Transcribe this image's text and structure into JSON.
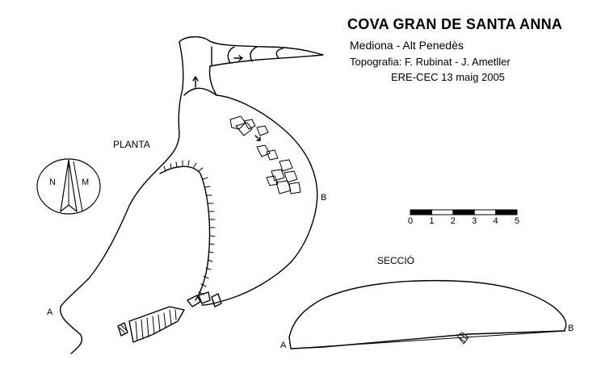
{
  "header": {
    "title": "COVA GRAN DE SANTA ANNA",
    "location": "Mediona - Alt Penedès",
    "surveyors": "Topografia: F. Rubinat - J. Ametller",
    "club_date": "ERE-CEC  13 maig 2005"
  },
  "plan": {
    "label": "PLANTA",
    "point_a": "A",
    "point_b": "B"
  },
  "section": {
    "label": "SECCIÓ",
    "point_a": "A",
    "point_b": "B"
  },
  "compass": {
    "north_label": "N",
    "magnetic_label": "M"
  },
  "scale_bar": {
    "ticks": [
      "0",
      "1",
      "2",
      "3",
      "4",
      "5"
    ]
  },
  "colors": {
    "ink": "#000000",
    "paper": "#ffffff"
  }
}
